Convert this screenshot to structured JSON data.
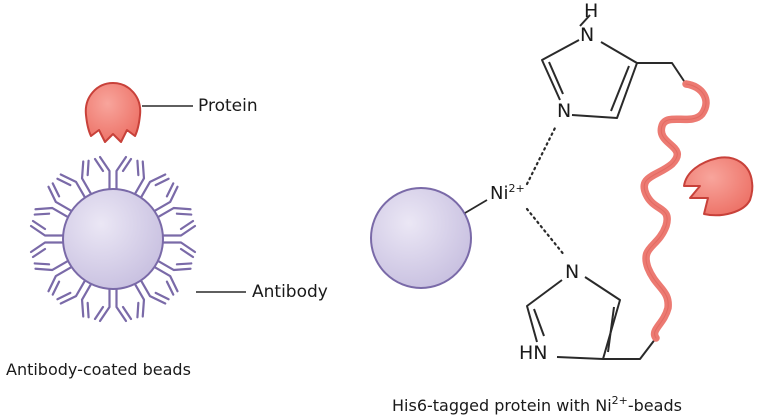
{
  "left_panel": {
    "protein_label": "Protein",
    "antibody_label": "Antibody",
    "caption": "Antibody-coated beads"
  },
  "right_panel": {
    "ion_label": "Ni",
    "ion_charge": "2+",
    "top_ring_nh_h": "H",
    "top_ring_nh_n": "N",
    "top_ring_n": "N",
    "bottom_ring_n": "N",
    "bottom_ring_hn": "HN",
    "caption_prefix": "His6-tagged protein with Ni",
    "caption_charge": "2+",
    "caption_suffix": "-beads"
  },
  "colors": {
    "bead_fill": "#cdc6e4",
    "bead_stroke": "#7a6aa8",
    "antibody_stroke": "#7a6aa8",
    "protein_fill": "#f07a6e",
    "protein_stroke": "#c8413a",
    "tag_chain": "#ec7a72",
    "structure_line": "#2a2a2a"
  }
}
